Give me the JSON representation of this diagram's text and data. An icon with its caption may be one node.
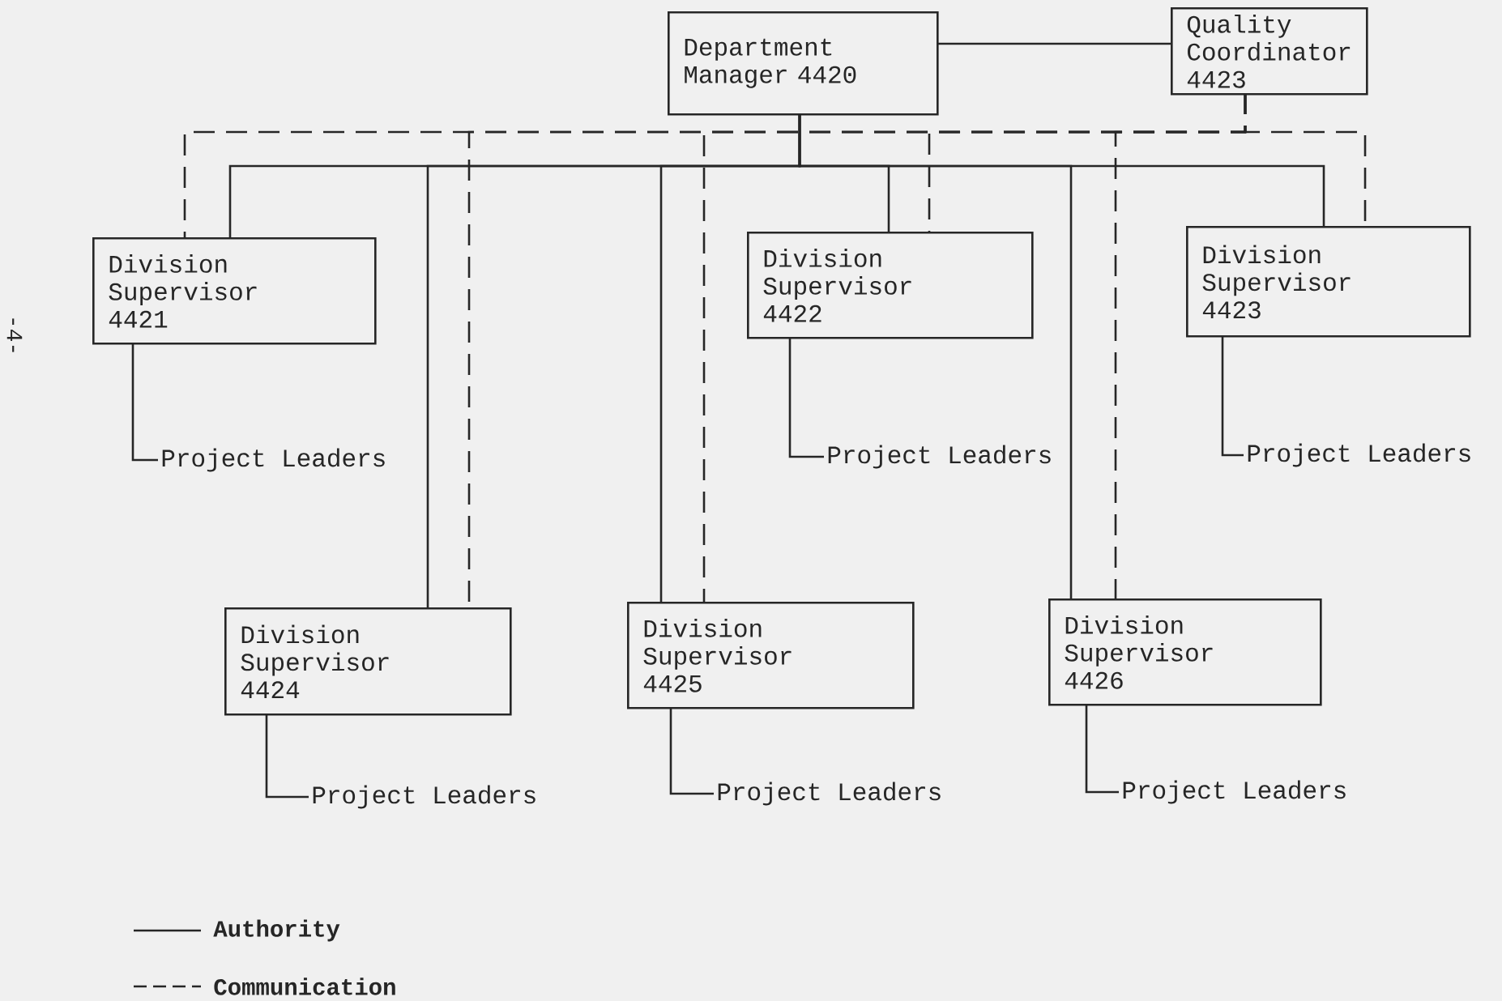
{
  "diagram": {
    "nodes": [
      {
        "text": [
          "Department Manager 4420"
        ]
      },
      {
        "text": [
          "Quality Coordinator 4423"
        ]
      },
      {
        "text": [
          "Division Supervisor 4421"
        ]
      },
      {
        "text": [
          "Division Supervisor 4422"
        ]
      },
      {
        "text": [
          "Division Supervisor 4423"
        ]
      },
      {
        "text": [
          "Division Supervisor 4424"
        ]
      },
      {
        "text": [
          "Division Supervisor 4425"
        ]
      },
      {
        "text": [
          "Division Supervisor 4426"
        ]
      },
      {
        "text": [
          "Project Leaders"
        ]
      },
      {
        "text": [
          "Project Leaders"
        ]
      },
      {
        "text": [
          "Project Leaders"
        ]
      },
      {
        "text": [
          "Project Leaders"
        ]
      },
      {
        "text": [
          "Project Leaders"
        ]
      },
      {
        "text": [
          "Project Leaders"
        ]
      }
    ],
    "edges": [
      {
        "from": 0,
        "to": 1,
        "arrow": "none"
      },
      {
        "from": 0,
        "to": 2,
        "arrow": "none"
      },
      {
        "from": 0,
        "to": 5,
        "arrow": "none"
      },
      {
        "from": 0,
        "to": 6,
        "arrow": "none"
      },
      {
        "from": 0,
        "to": 3,
        "arrow": "none"
      },
      {
        "from": 0,
        "to": 7,
        "arrow": "none"
      },
      {
        "from": 0,
        "to": 4,
        "arrow": "none"
      },
      {
        "from": 1,
        "to": 2,
        "arrow": "none",
        "style": "dashed"
      },
      {
        "from": 1,
        "to": 5,
        "arrow": "none",
        "style": "dashed"
      },
      {
        "from": 1,
        "to": 6,
        "arrow": "none",
        "style": "dashed"
      },
      {
        "from": 1,
        "to": 3,
        "arrow": "none",
        "style": "dashed"
      },
      {
        "from": 1,
        "to": 7,
        "arrow": "none",
        "style": "dashed"
      },
      {
        "from": 1,
        "to": 4,
        "arrow": "none",
        "style": "dashed"
      },
      {
        "from": 2,
        "to": 8,
        "arrow": "none"
      },
      {
        "from": 3,
        "to": 9,
        "arrow": "none"
      },
      {
        "from": 4,
        "to": 10,
        "arrow": "none"
      },
      {
        "from": 5,
        "to": 11,
        "arrow": "none"
      },
      {
        "from": 6,
        "to": 12,
        "arrow": "none"
      },
      {
        "from": 7,
        "to": 13,
        "arrow": "none"
      }
    ],
    "labels": [
      "-4-"
    ],
    "legend": [
      {
        "text": "Authority"
      },
      {
        "text": "Communication"
      }
    ]
  }
}
